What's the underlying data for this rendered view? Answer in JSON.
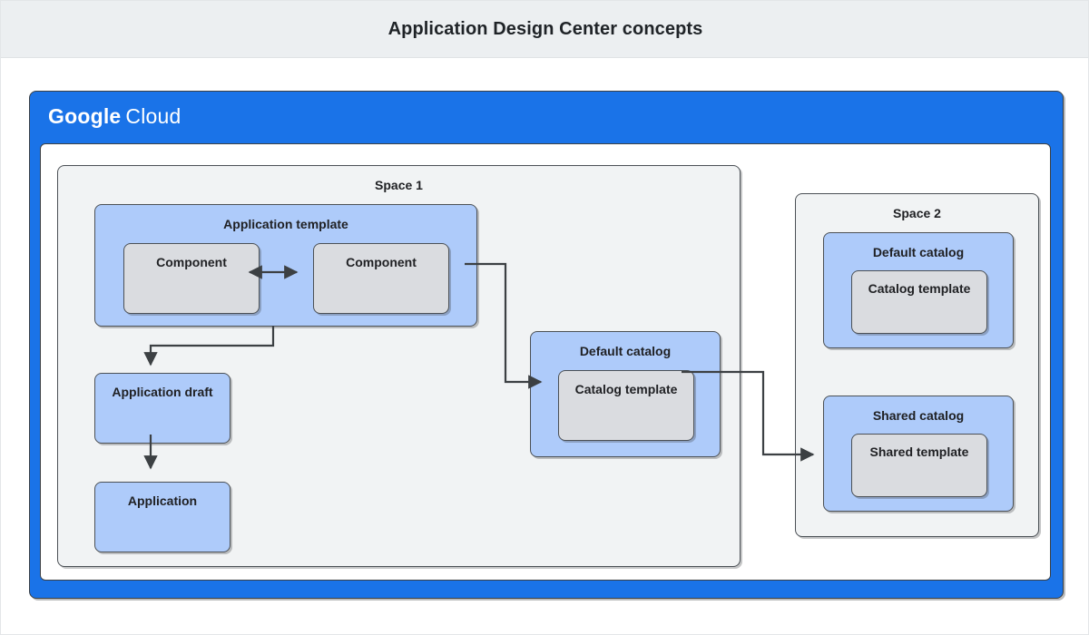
{
  "title": "Application Design Center concepts",
  "cloud": {
    "brand_primary": "Google",
    "brand_secondary": "Cloud",
    "brand_bar_color": "#1a73e8"
  },
  "colors": {
    "banner_bg": "#eceff1",
    "space_bg": "#f1f3f4",
    "resource_blue": "#aecbfa",
    "template_grey": "#dadce0",
    "stroke": "#4b5055",
    "text": "#202124"
  },
  "spaces": [
    {
      "id": "space-1",
      "label": "Space 1",
      "nodes": [
        {
          "id": "application-template",
          "label": "Application template",
          "kind": "blue"
        },
        {
          "id": "component-left",
          "label": "Component",
          "kind": "grey"
        },
        {
          "id": "component-right",
          "label": "Component",
          "kind": "grey"
        },
        {
          "id": "application-draft",
          "label": "Application draft",
          "kind": "blue"
        },
        {
          "id": "application",
          "label": "Application",
          "kind": "blue"
        },
        {
          "id": "default-catalog-1",
          "label": "Default catalog",
          "kind": "blue"
        },
        {
          "id": "catalog-template-1",
          "label": "Catalog template",
          "kind": "grey"
        }
      ]
    },
    {
      "id": "space-2",
      "label": "Space 2",
      "nodes": [
        {
          "id": "default-catalog-2",
          "label": "Default catalog",
          "kind": "blue"
        },
        {
          "id": "catalog-template-2",
          "label": "Catalog template",
          "kind": "grey"
        },
        {
          "id": "shared-catalog",
          "label": "Shared catalog",
          "kind": "blue"
        },
        {
          "id": "shared-template",
          "label": "Shared template",
          "kind": "grey"
        }
      ]
    }
  ],
  "connections": [
    {
      "id": "component-link",
      "from": "component-left",
      "to": "component-right",
      "arrows": "both"
    },
    {
      "id": "template-to-draft",
      "from": "application-template",
      "to": "application-draft",
      "arrows": "end"
    },
    {
      "id": "draft-to-application",
      "from": "application-draft",
      "to": "application",
      "arrows": "end"
    },
    {
      "id": "template-to-catalog",
      "from": "application-template",
      "to": "catalog-template-1",
      "arrows": "end"
    },
    {
      "id": "catalog-to-shared",
      "from": "catalog-template-1",
      "to": "shared-catalog",
      "arrows": "end"
    }
  ]
}
